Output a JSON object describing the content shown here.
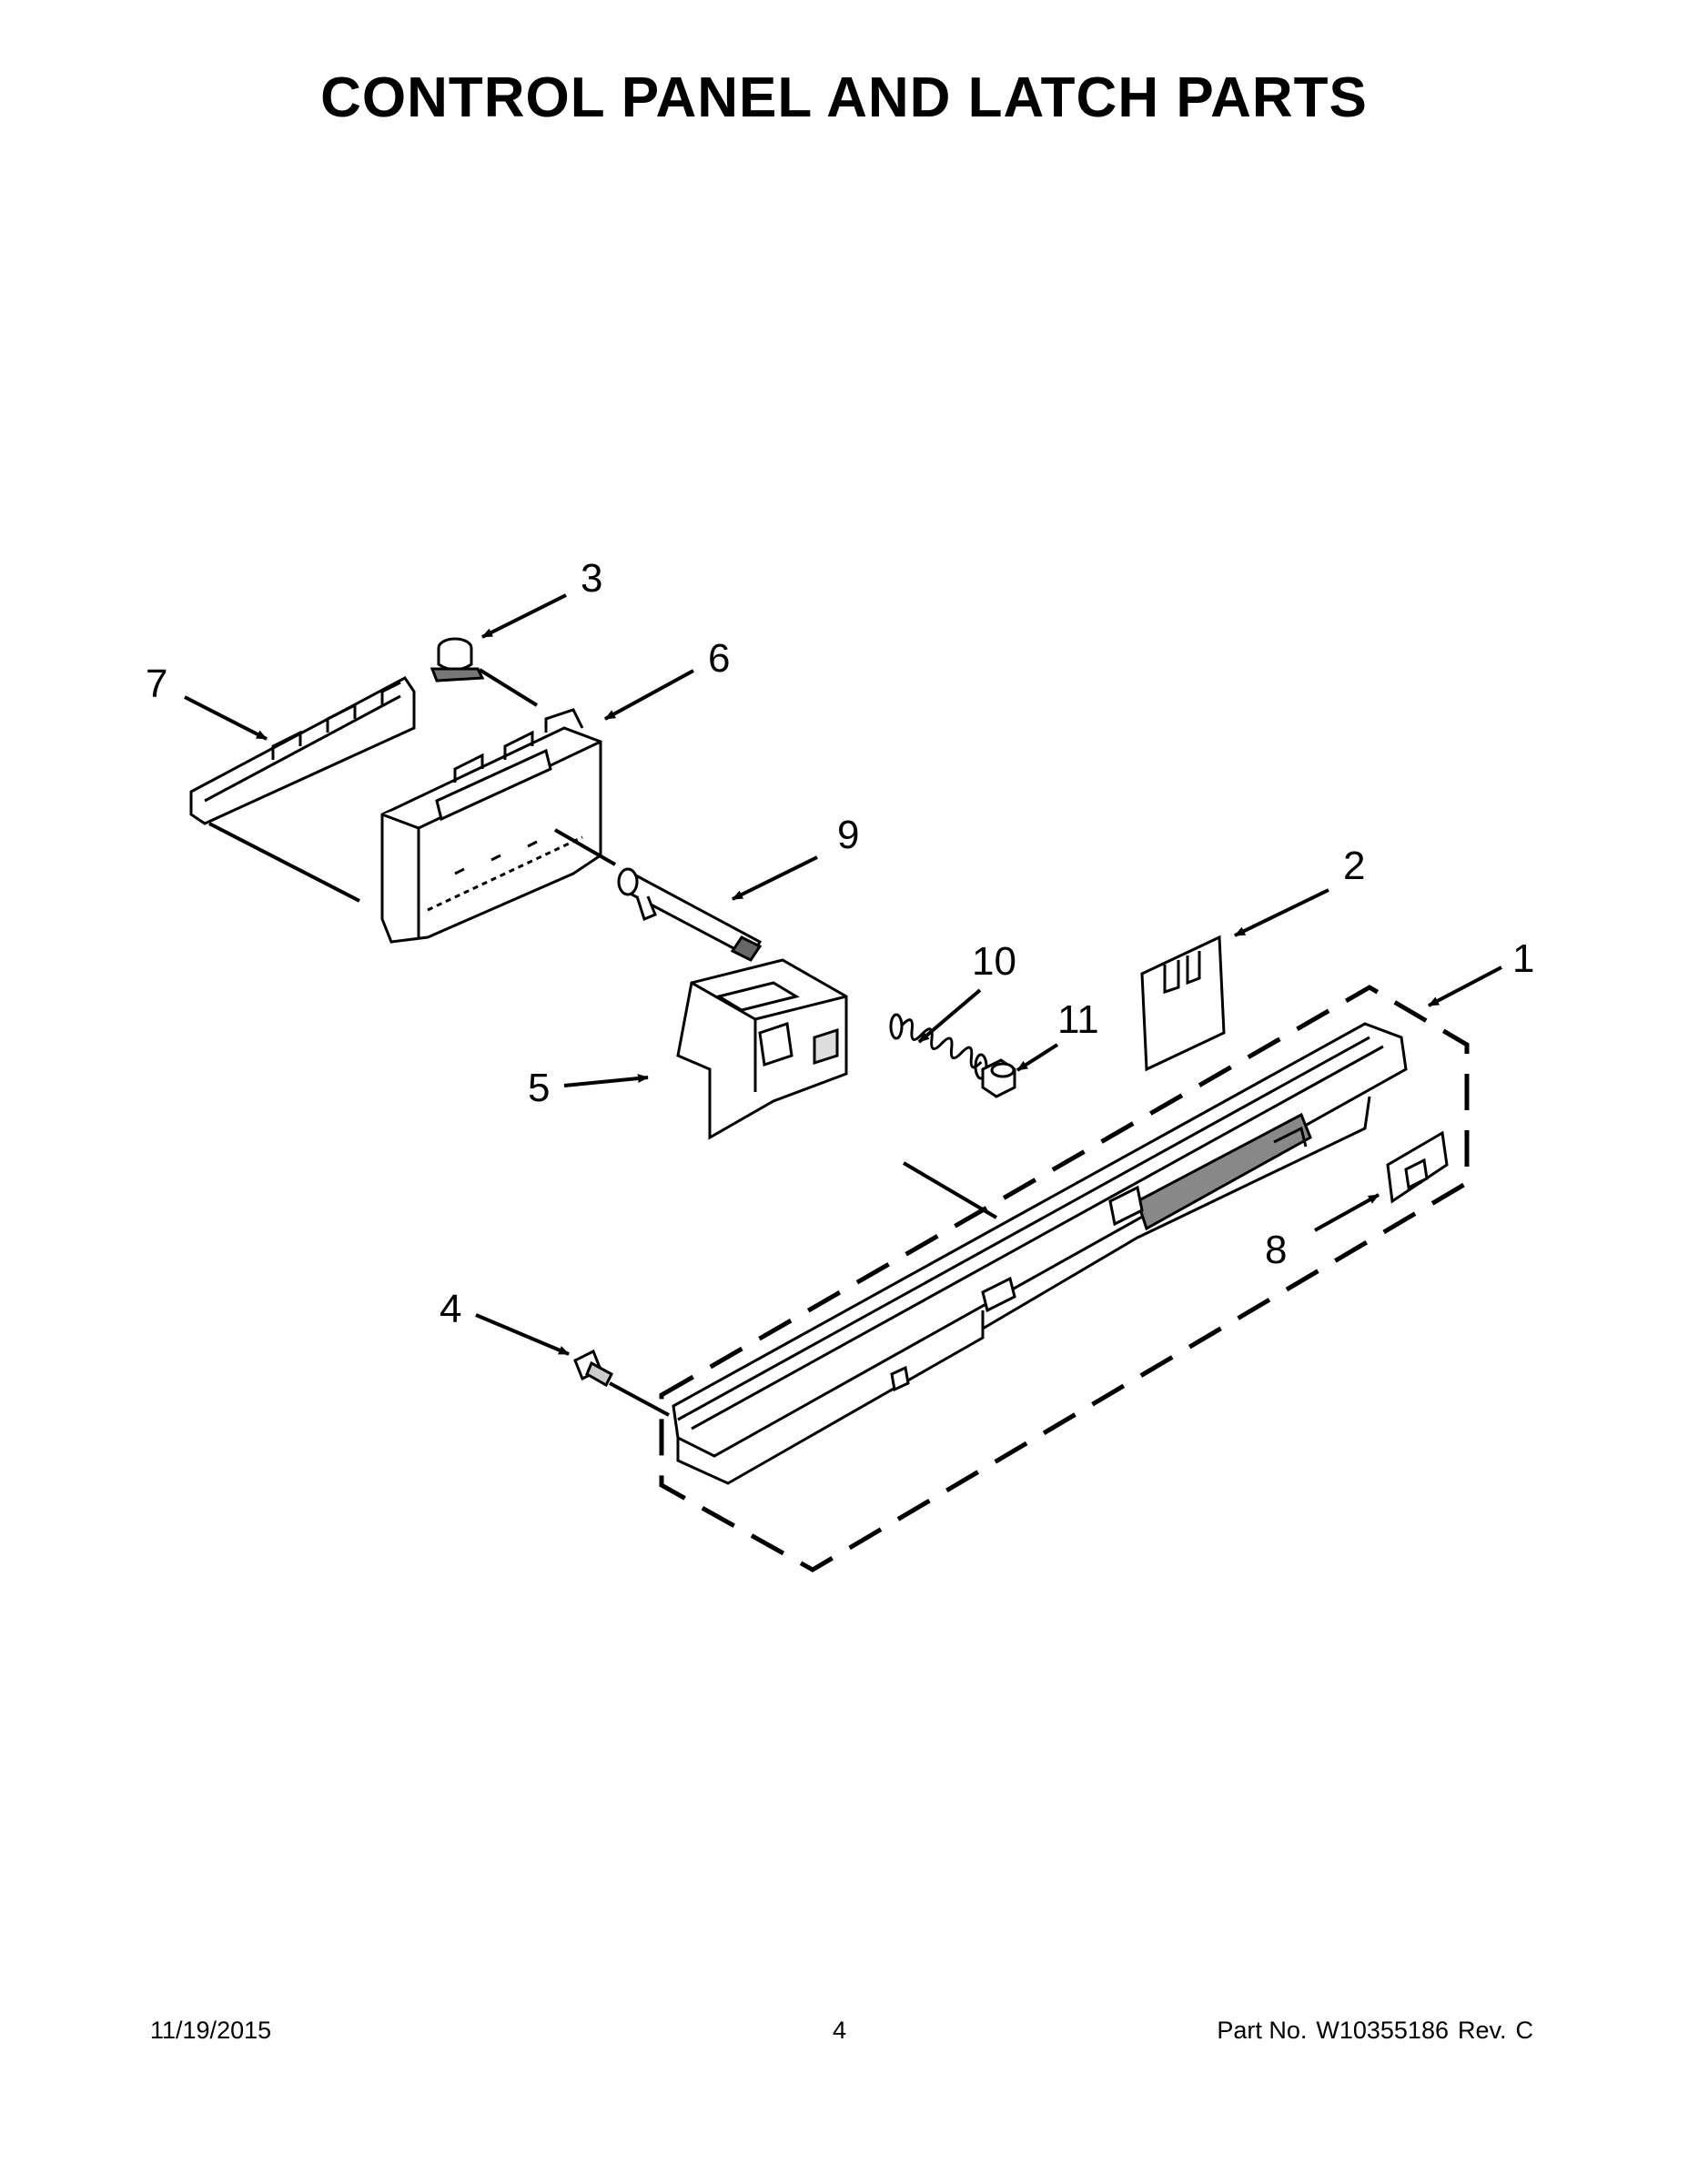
{
  "title": "CONTROL PANEL AND LATCH PARTS",
  "callouts": [
    "1",
    "2",
    "3",
    "4",
    "5",
    "6",
    "7",
    "8",
    "9",
    "10",
    "11"
  ],
  "footer": {
    "date": "11/19/2015",
    "page": "4",
    "part_label": "Part No.",
    "part_number": "W10355186",
    "rev_label": "Rev.",
    "rev_value": "C"
  }
}
